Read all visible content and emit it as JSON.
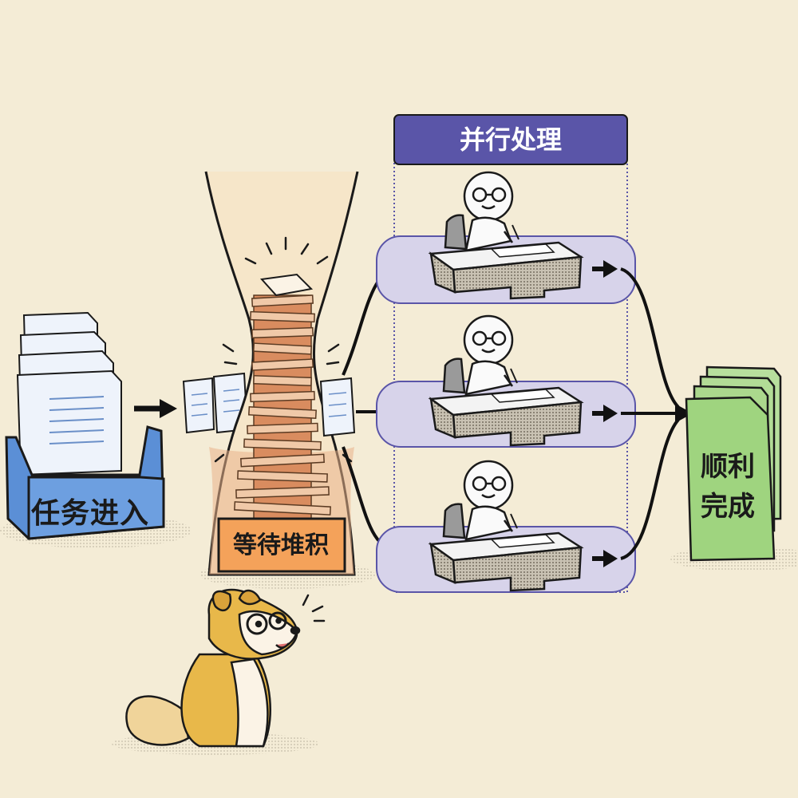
{
  "diagram": {
    "stages": {
      "inbox": {
        "label": "任务进入"
      },
      "queue": {
        "label": "等待堆积"
      },
      "parallel": {
        "title": "并行处理",
        "worker_count": 3
      },
      "done": {
        "label": "顺利完成"
      }
    }
  },
  "colors": {
    "background": "#f4ecd6",
    "inbox_tray": "#5b8fd6",
    "queue_label_bg": "#f4a25a",
    "queue_papers": "#d98c5f",
    "parallel_header": "#5a55a8",
    "parallel_lane": "#d7d3ea",
    "done_folder": "#9fd47f",
    "dog": "#e8b84a"
  }
}
